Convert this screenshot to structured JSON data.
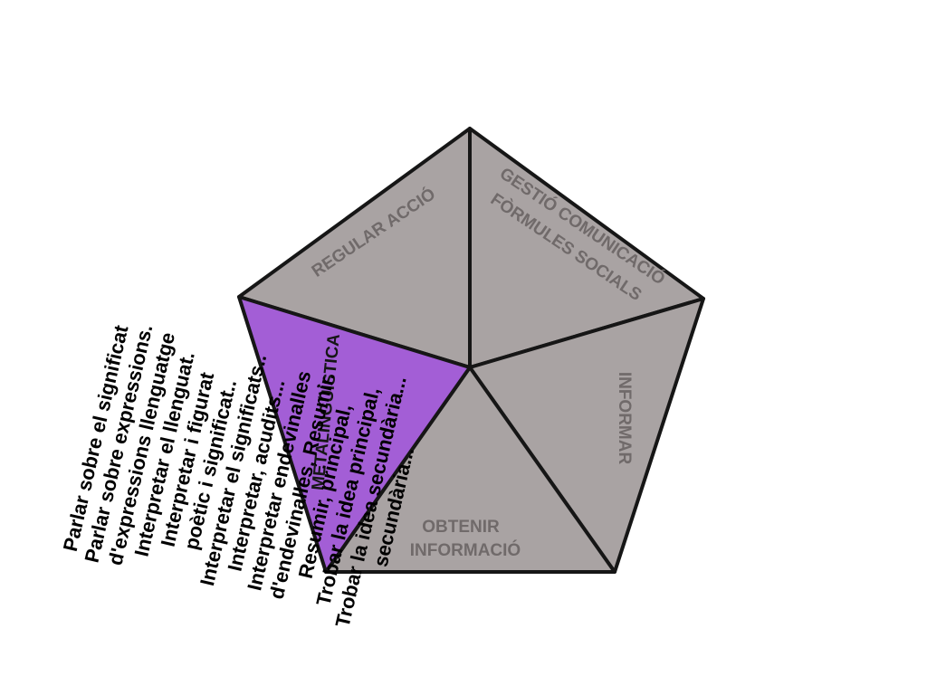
{
  "colors": {
    "background": "#ffffff",
    "segment_fill": "#a9a3a3",
    "highlight_fill": "#a35ed6",
    "outline": "#161616",
    "label_gray": "#706a6a",
    "label_dark": "#161616",
    "note_text": "#000000"
  },
  "segments": {
    "regular_accio": {
      "label": "REGULAR  ACCIÓ"
    },
    "gestio": {
      "line1": "GESTIÓ  COMUNICACIÓ",
      "line2": "FÒRMULES  SOCIALS"
    },
    "informar": {
      "label": "INFORMAR"
    },
    "obtenir": {
      "line1": "OBTENIR",
      "line2": "INFORMACIÓ"
    },
    "metalinguistica": {
      "label": "METALINGÜÍSTICA"
    }
  },
  "side_note": {
    "lines": [
      "Parlar sobre el significat",
      "Parlar sobre expressions.",
      "d'expressions llenguatge",
      "Interpretar el llenguat.",
      "Interpretar i figurat",
      "poètic i significat..",
      "Interpretar el significats..",
      "Interpretar, acudits...",
      "Interpretar endevinalles",
      "d'endevinalles, Resumir.",
      "Resumir, principal,",
      "Trobar la idea principal,",
      "Trobar la idea secundària...",
      "secundària..."
    ]
  }
}
